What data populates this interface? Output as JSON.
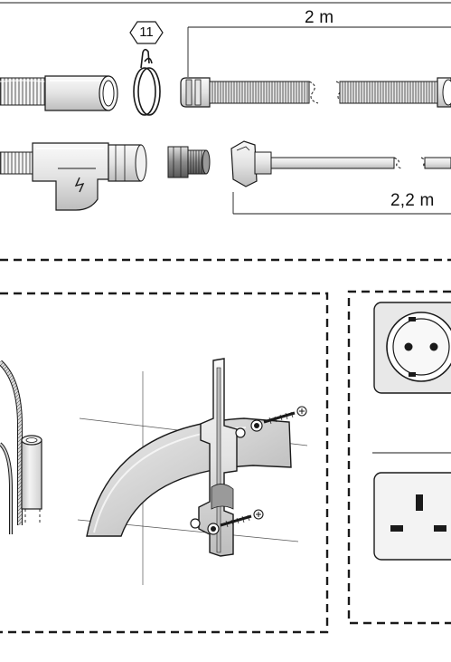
{
  "labels": {
    "part_number": "11",
    "hose_length": "2 m",
    "cable_length": "2,2 m"
  },
  "icons": {
    "hose_clamp": "hose-clamp-icon",
    "aquastop_valve": "aquastop-valve-icon",
    "threaded_adapter": "threaded-adapter-icon",
    "schuko_socket": "schuko-socket-icon",
    "uk_socket": "uk-socket-icon",
    "wall_bracket": "wall-bracket-icon",
    "screw": "screw-icon"
  },
  "colors": {
    "line": "#1a1a1a",
    "fill_light": "#f4f4f4",
    "fill_mid": "#d9d9d9",
    "fill_dark": "#9a9a9a",
    "background": "#ffffff"
  }
}
